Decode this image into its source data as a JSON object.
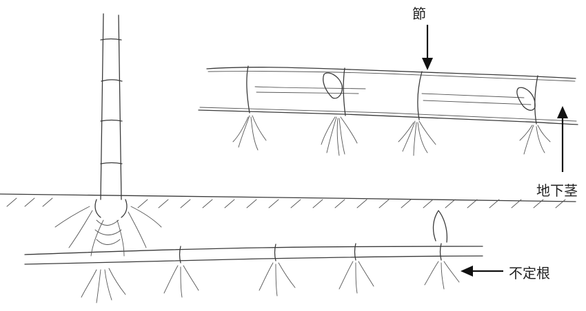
{
  "labels": {
    "node": "節",
    "rhizome": "地下茎",
    "adventitious_roots": "不定根"
  }
}
